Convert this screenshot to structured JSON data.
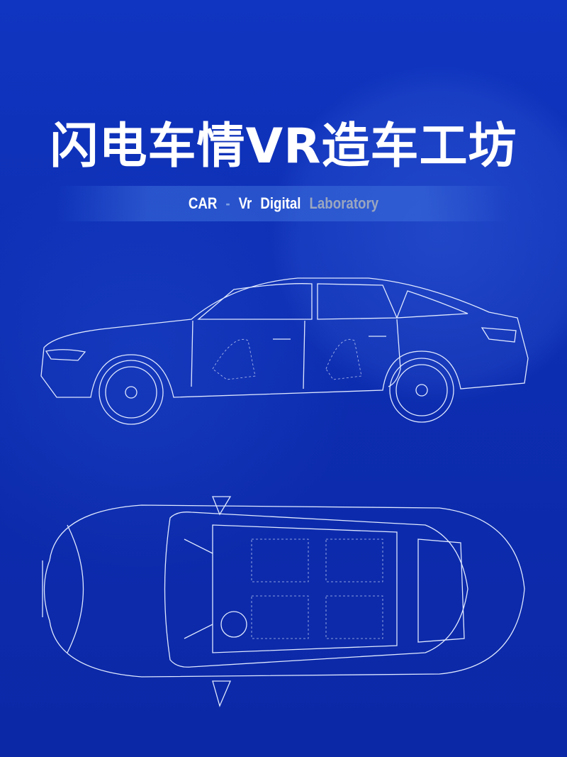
{
  "title": "闪电车情VR造车工坊",
  "subtitle": {
    "part1": "CAR",
    "dash": "-",
    "part2": "Vr",
    "part3": "Digital",
    "part4": "Laboratory"
  },
  "colors": {
    "background": "#0f2fb4",
    "text": "#ffffff",
    "muted": "#9aa6bf"
  }
}
